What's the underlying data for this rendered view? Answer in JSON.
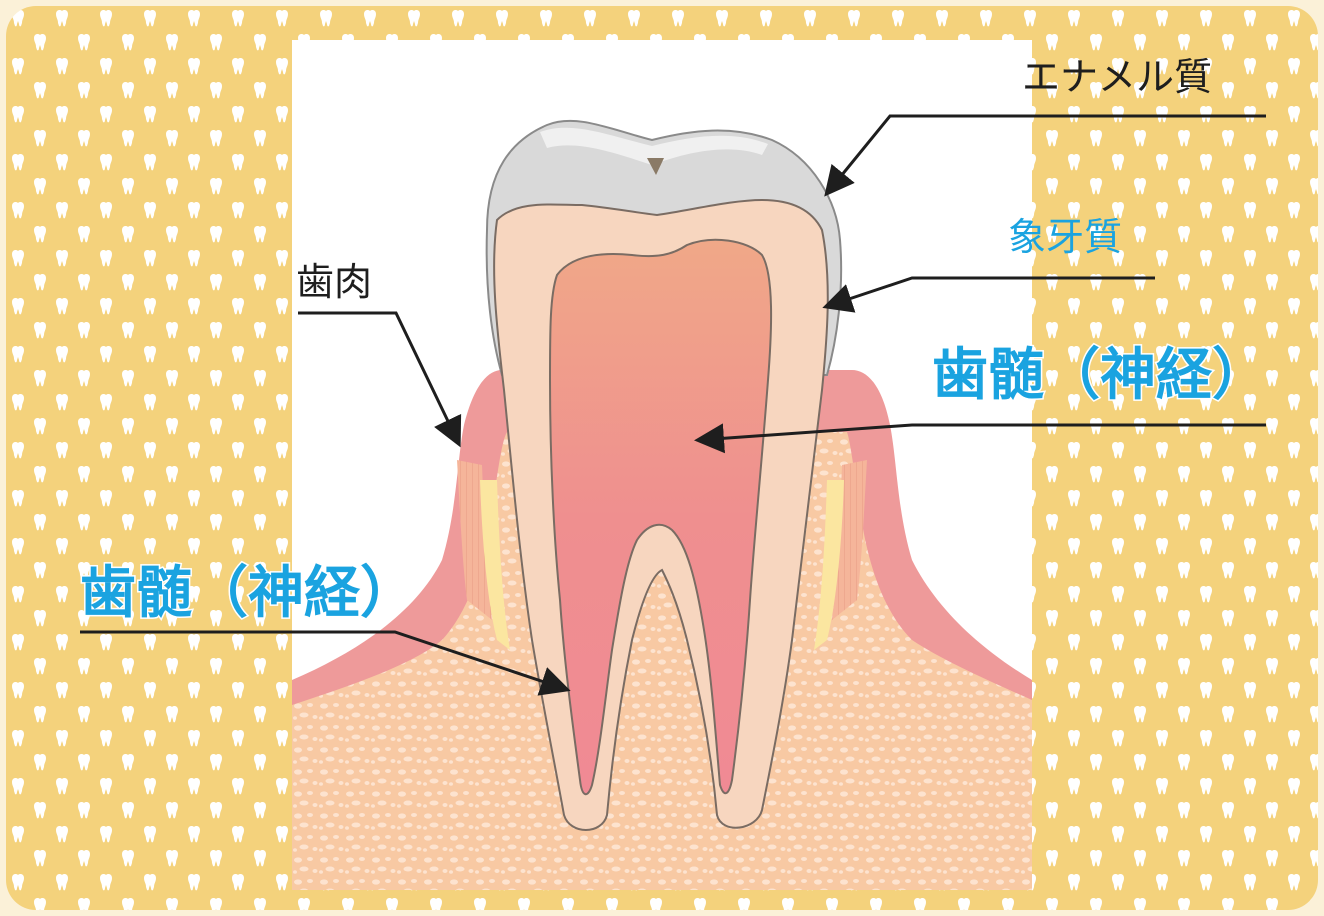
{
  "labels": {
    "enamel": "エナメル質",
    "dentin": "象牙質",
    "gum": "歯肉",
    "pulp_right": "歯髄（神経）",
    "pulp_left": "歯髄（神経）"
  },
  "colors": {
    "background_pattern": "#f4d27c",
    "tooth_icon": "#ffffff",
    "enamel": "#d9d9d9",
    "dentin": "#f7d6bf",
    "pulp": "#ee8f8a",
    "gum": "#ee9a9a",
    "bone": "#f7caa6",
    "label_black": "#1e1e1e",
    "label_blue": "#1aa3e0"
  }
}
